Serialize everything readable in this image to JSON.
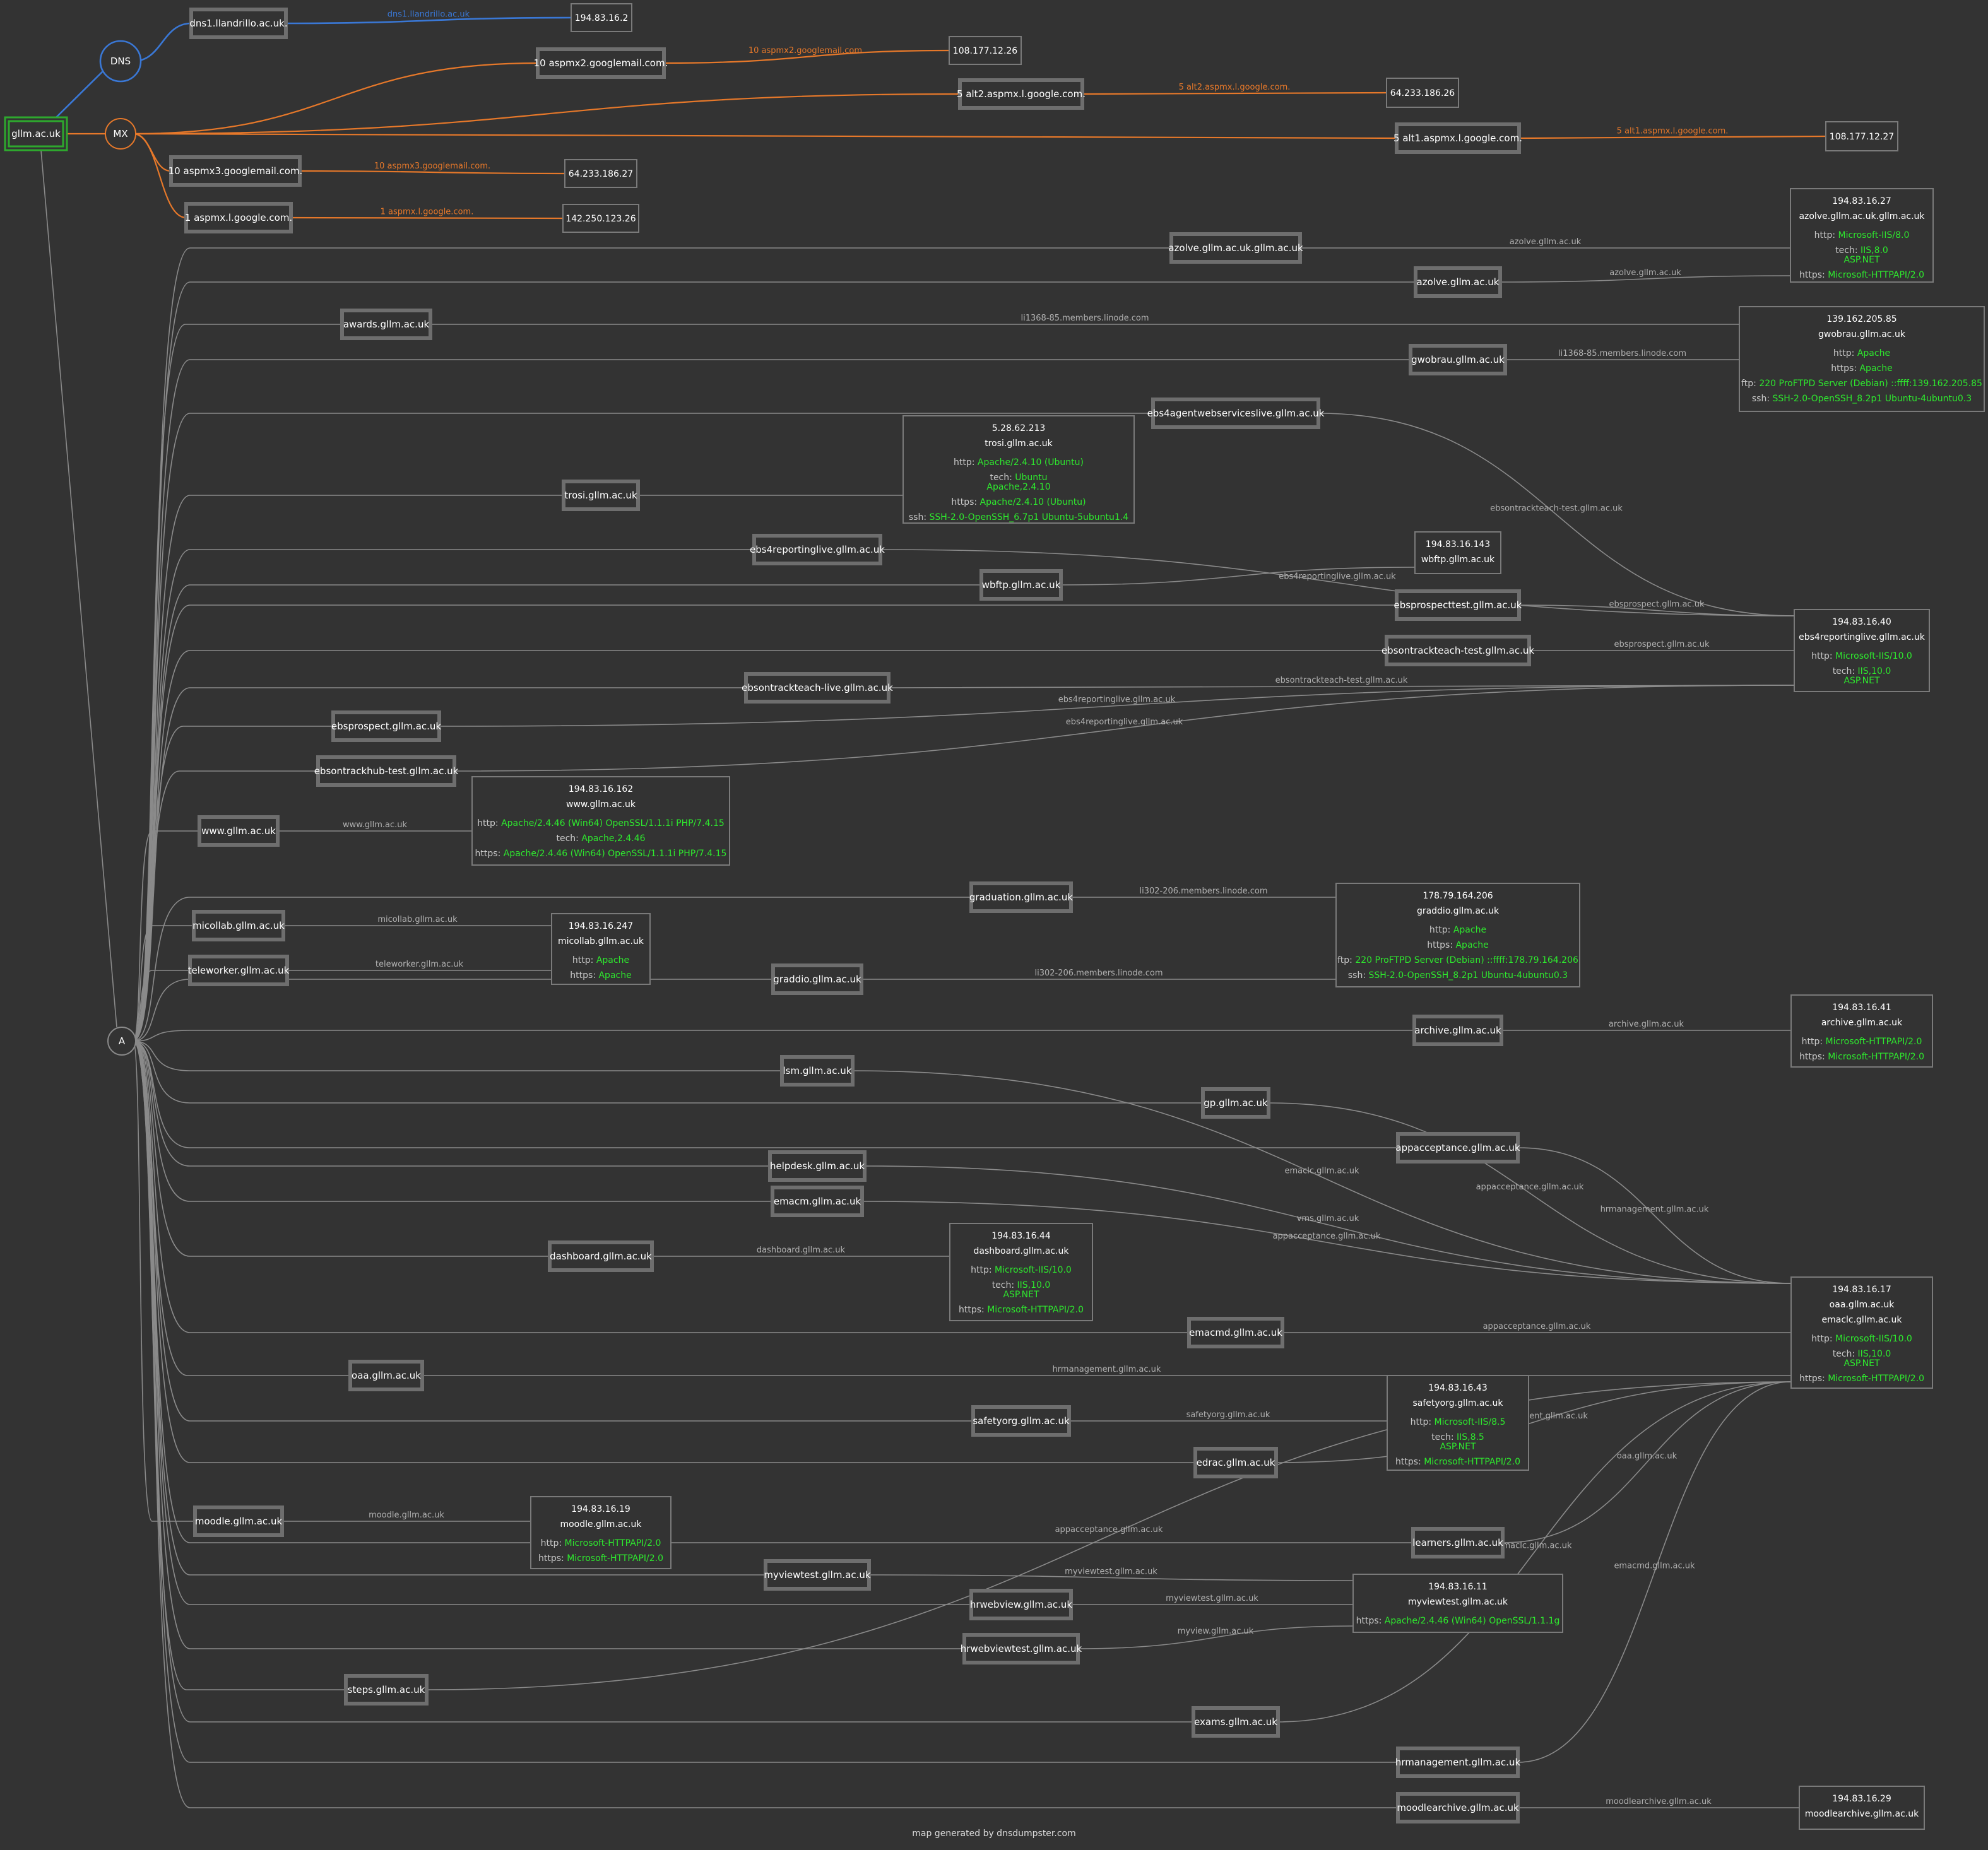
{
  "title": "gllm.ac.uk",
  "footer": "map generated by dnsdumpster.com",
  "colors": {
    "background": "#333333",
    "a_edge": "#8a8a8a",
    "mx_edge": "#e6782a",
    "dns_edge": "#3a78d6",
    "root_border": "#2ea82e",
    "service_value": "#2ee82e"
  },
  "root": {
    "label": "gllm.ac.uk"
  },
  "hubs": {
    "dns": "DNS",
    "mx": "MX",
    "a": "A"
  },
  "dns_records": [
    {
      "id": "dns1",
      "host": "dns1.llandrillo.ac.uk.",
      "ip": "194.83.16.2",
      "edge_label": "dns1.llandrillo.ac.uk"
    }
  ],
  "mx_records": [
    {
      "id": "mx1",
      "host": "10 aspmx2.googlemail.com.",
      "ip": "108.177.12.26",
      "edge_label": "10 aspmx2.googlemail.com."
    },
    {
      "id": "mx2",
      "host": "5 alt2.aspmx.l.google.com.",
      "ip": "64.233.186.26",
      "edge_label": "5 alt2.aspmx.l.google.com."
    },
    {
      "id": "mx3",
      "host": "5 alt1.aspmx.l.google.com.",
      "ip": "108.177.12.27",
      "edge_label": "5 alt1.aspmx.l.google.com."
    },
    {
      "id": "mx4",
      "host": "10 aspmx3.googlemail.com.",
      "ip": "64.233.186.27",
      "edge_label": "10 aspmx3.googlemail.com."
    },
    {
      "id": "mx5",
      "host": "1 aspmx.l.google.com.",
      "ip": "142.250.123.26",
      "edge_label": "1 aspmx.l.google.com."
    }
  ],
  "ip_boxes": [
    {
      "id": "ip_azolve",
      "ip": "194.83.16.27",
      "names": [
        "azolve.gllm.ac.uk.gllm.ac.uk"
      ],
      "services": [
        {
          "key": "http:",
          "values": [
            "Microsoft-IIS/8.0"
          ]
        },
        {
          "key": "tech:",
          "values": [
            "IIS,8.0",
            "ASP.NET"
          ]
        },
        {
          "key": "https:",
          "values": [
            "Microsoft-HTTPAPI/2.0"
          ]
        }
      ]
    },
    {
      "id": "ip_gwobrau",
      "ip": "139.162.205.85",
      "names": [
        "gwobrau.gllm.ac.uk"
      ],
      "services": [
        {
          "key": "http:",
          "values": [
            "Apache"
          ]
        },
        {
          "key": "https:",
          "values": [
            "Apache"
          ]
        },
        {
          "key": "ftp:",
          "values": [
            "220 ProFTPD Server (Debian) ::ffff:139.162.205.85"
          ]
        },
        {
          "key": "ssh:",
          "values": [
            "SSH-2.0-OpenSSH_8.2p1 Ubuntu-4ubuntu0.3"
          ]
        }
      ]
    },
    {
      "id": "ip_trosi",
      "ip": "5.28.62.213",
      "names": [
        "trosi.gllm.ac.uk"
      ],
      "services": [
        {
          "key": "http:",
          "values": [
            "Apache/2.4.10 (Ubuntu)"
          ]
        },
        {
          "key": "tech:",
          "values": [
            "Ubuntu",
            "Apache,2.4.10"
          ]
        },
        {
          "key": "https:",
          "values": [
            "Apache/2.4.10 (Ubuntu)"
          ]
        },
        {
          "key": "ssh:",
          "values": [
            "SSH-2.0-OpenSSH_6.7p1 Ubuntu-5ubuntu1.4"
          ]
        }
      ]
    },
    {
      "id": "ip_wbftp",
      "ip": "194.83.16.143",
      "names": [
        "wbftp.gllm.ac.uk"
      ],
      "services": []
    },
    {
      "id": "ip_ebs4",
      "ip": "194.83.16.40",
      "names": [
        "ebs4reportinglive.gllm.ac.uk"
      ],
      "services": [
        {
          "key": "http:",
          "values": [
            "Microsoft-IIS/10.0"
          ]
        },
        {
          "key": "tech:",
          "values": [
            "IIS,10.0",
            "ASP.NET"
          ]
        }
      ]
    },
    {
      "id": "ip_www",
      "ip": "194.83.16.162",
      "names": [
        "www.gllm.ac.uk"
      ],
      "services": [
        {
          "key": "http:",
          "values": [
            "Apache/2.4.46 (Win64) OpenSSL/1.1.1i PHP/7.4.15"
          ]
        },
        {
          "key": "tech:",
          "values": [
            "Apache,2.4.46"
          ]
        },
        {
          "key": "https:",
          "values": [
            "Apache/2.4.46 (Win64) OpenSSL/1.1.1i PHP/7.4.15"
          ]
        }
      ]
    },
    {
      "id": "ip_graddio",
      "ip": "178.79.164.206",
      "names": [
        "graddio.gllm.ac.uk"
      ],
      "services": [
        {
          "key": "http:",
          "values": [
            "Apache"
          ]
        },
        {
          "key": "https:",
          "values": [
            "Apache"
          ]
        },
        {
          "key": "ftp:",
          "values": [
            "220 ProFTPD Server (Debian) ::ffff:178.79.164.206"
          ]
        },
        {
          "key": "ssh:",
          "values": [
            "SSH-2.0-OpenSSH_8.2p1 Ubuntu-4ubuntu0.3"
          ]
        }
      ]
    },
    {
      "id": "ip_micollab",
      "ip": "194.83.16.247",
      "names": [
        "micollab.gllm.ac.uk"
      ],
      "services": [
        {
          "key": "http:",
          "values": [
            "Apache"
          ]
        },
        {
          "key": "https:",
          "values": [
            "Apache"
          ]
        }
      ]
    },
    {
      "id": "ip_archive",
      "ip": "194.83.16.41",
      "names": [
        "archive.gllm.ac.uk"
      ],
      "services": [
        {
          "key": "http:",
          "values": [
            "Microsoft-HTTPAPI/2.0"
          ]
        },
        {
          "key": "https:",
          "values": [
            "Microsoft-HTTPAPI/2.0"
          ]
        }
      ]
    },
    {
      "id": "ip_dashboard",
      "ip": "194.83.16.44",
      "names": [
        "dashboard.gllm.ac.uk"
      ],
      "services": [
        {
          "key": "http:",
          "values": [
            "Microsoft-IIS/10.0"
          ]
        },
        {
          "key": "tech:",
          "values": [
            "IIS,10.0",
            "ASP.NET"
          ]
        },
        {
          "key": "https:",
          "values": [
            "Microsoft-HTTPAPI/2.0"
          ]
        }
      ]
    },
    {
      "id": "ip_oaa",
      "ip": "194.83.16.17",
      "names": [
        "oaa.gllm.ac.uk",
        "emaclc.gllm.ac.uk"
      ],
      "services": [
        {
          "key": "http:",
          "values": [
            "Microsoft-IIS/10.0"
          ]
        },
        {
          "key": "tech:",
          "values": [
            "IIS,10.0",
            "ASP.NET"
          ]
        },
        {
          "key": "https:",
          "values": [
            "Microsoft-HTTPAPI/2.0"
          ]
        }
      ]
    },
    {
      "id": "ip_safetyorg",
      "ip": "194.83.16.43",
      "names": [
        "safetyorg.gllm.ac.uk"
      ],
      "services": [
        {
          "key": "http:",
          "values": [
            "Microsoft-IIS/8.5"
          ]
        },
        {
          "key": "tech:",
          "values": [
            "IIS,8.5",
            "ASP.NET"
          ]
        },
        {
          "key": "https:",
          "values": [
            "Microsoft-HTTPAPI/2.0"
          ]
        }
      ]
    },
    {
      "id": "ip_moodle",
      "ip": "194.83.16.19",
      "names": [
        "moodle.gllm.ac.uk"
      ],
      "services": [
        {
          "key": "http:",
          "values": [
            "Microsoft-HTTPAPI/2.0"
          ]
        },
        {
          "key": "https:",
          "values": [
            "Microsoft-HTTPAPI/2.0"
          ]
        }
      ]
    },
    {
      "id": "ip_myviewtest",
      "ip": "194.83.16.11",
      "names": [
        "myviewtest.gllm.ac.uk"
      ],
      "services": [
        {
          "key": "https:",
          "values": [
            "Apache/2.4.46 (Win64) OpenSSL/1.1.1g"
          ]
        }
      ]
    },
    {
      "id": "ip_moodlearchive",
      "ip": "194.83.16.29",
      "names": [
        "moodlearchive.gllm.ac.uk"
      ],
      "services": []
    }
  ],
  "a_records": [
    {
      "id": "azolve_ac",
      "host": "azolve.gllm.ac.uk.gllm.ac.uk",
      "target": "ip_azolve",
      "edge_label": "azolve.gllm.ac.uk"
    },
    {
      "id": "azolve",
      "host": "azolve.gllm.ac.uk",
      "target": "ip_azolve",
      "edge_label": "azolve.gllm.ac.uk"
    },
    {
      "id": "awards",
      "host": "awards.gllm.ac.uk",
      "target": "ip_gwobrau",
      "edge_label": "li1368-85.members.linode.com"
    },
    {
      "id": "gwobrau",
      "host": "gwobrau.gllm.ac.uk",
      "target": "ip_gwobrau",
      "edge_label": "li1368-85.members.linode.com"
    },
    {
      "id": "ebs4agent",
      "host": "ebs4agentwebserviceslive.gllm.ac.uk",
      "target": "ip_ebs4",
      "edge_label": "ebsontrackteach-test.gllm.ac.uk"
    },
    {
      "id": "trosi",
      "host": "trosi.gllm.ac.uk",
      "target": "ip_trosi",
      "edge_label": ""
    },
    {
      "id": "ebs4rep",
      "host": "ebs4reportinglive.gllm.ac.uk",
      "target": "ip_ebs4",
      "edge_label": "ebs4reportinglive.gllm.ac.uk"
    },
    {
      "id": "wbftp",
      "host": "wbftp.gllm.ac.uk",
      "target": "ip_wbftp",
      "edge_label": ""
    },
    {
      "id": "ebsprospecttest",
      "host": "ebsprospecttest.gllm.ac.uk",
      "target": "ip_ebs4",
      "edge_label": "ebsprospect.gllm.ac.uk"
    },
    {
      "id": "ebsontrackteachtest",
      "host": "ebsontrackteach-test.gllm.ac.uk",
      "target": "ip_ebs4",
      "edge_label": "ebsprospect.gllm.ac.uk"
    },
    {
      "id": "ebsontrackteachlive",
      "host": "ebsontrackteach-live.gllm.ac.uk",
      "target": "ip_ebs4",
      "edge_label": "ebsontrackteach-test.gllm.ac.uk"
    },
    {
      "id": "ebsprospect",
      "host": "ebsprospect.gllm.ac.uk",
      "target": "ip_ebs4",
      "edge_label": "ebs4reportinglive.gllm.ac.uk"
    },
    {
      "id": "ebsontrackhub",
      "host": "ebsontrackhub-test.gllm.ac.uk",
      "target": "ip_ebs4",
      "edge_label": "ebs4reportinglive.gllm.ac.uk"
    },
    {
      "id": "www",
      "host": "www.gllm.ac.uk",
      "target": "ip_www",
      "edge_label": "www.gllm.ac.uk"
    },
    {
      "id": "graduation",
      "host": "graduation.gllm.ac.uk",
      "target": "ip_graddio",
      "edge_label": "li302-206.members.linode.com"
    },
    {
      "id": "micollab",
      "host": "micollab.gllm.ac.uk",
      "target": "ip_micollab",
      "edge_label": "micollab.gllm.ac.uk"
    },
    {
      "id": "teleworker",
      "host": "teleworker.gllm.ac.uk",
      "target": "ip_micollab",
      "edge_label": "teleworker.gllm.ac.uk"
    },
    {
      "id": "graddio",
      "host": "graddio.gllm.ac.uk",
      "target": "ip_graddio",
      "edge_label": "li302-206.members.linode.com"
    },
    {
      "id": "archive",
      "host": "archive.gllm.ac.uk",
      "target": "ip_archive",
      "edge_label": "archive.gllm.ac.uk"
    },
    {
      "id": "lsm",
      "host": "lsm.gllm.ac.uk",
      "target": "ip_oaa",
      "edge_label": "emaclc.gllm.ac.uk"
    },
    {
      "id": "gp",
      "host": "gp.gllm.ac.uk",
      "target": "ip_oaa",
      "edge_label": "appacceptance.gllm.ac.uk"
    },
    {
      "id": "appacceptance",
      "host": "appacceptance.gllm.ac.uk",
      "target": "ip_oaa",
      "edge_label": "hrmanagement.gllm.ac.uk"
    },
    {
      "id": "helpdesk",
      "host": "helpdesk.gllm.ac.uk",
      "target": "ip_oaa",
      "edge_label": "vms.gllm.ac.uk"
    },
    {
      "id": "emacm",
      "host": "emacm.gllm.ac.uk",
      "target": "ip_oaa",
      "edge_label": "appacceptance.gllm.ac.uk"
    },
    {
      "id": "dashboard",
      "host": "dashboard.gllm.ac.uk",
      "target": "ip_dashboard",
      "edge_label": "dashboard.gllm.ac.uk"
    },
    {
      "id": "emacmd",
      "host": "emacmd.gllm.ac.uk",
      "target": "ip_oaa",
      "edge_label": "appacceptance.gllm.ac.uk"
    },
    {
      "id": "oaa",
      "host": "oaa.gllm.ac.uk",
      "target": "ip_oaa",
      "edge_label": "hrmanagement.gllm.ac.uk"
    },
    {
      "id": "safetyorg",
      "host": "safetyorg.gllm.ac.uk",
      "target": "ip_safetyorg",
      "edge_label": "safetyorg.gllm.ac.uk"
    },
    {
      "id": "edrac",
      "host": "edrac.gllm.ac.uk",
      "target": "ip_oaa",
      "edge_label": "hrmanagement.gllm.ac.uk"
    },
    {
      "id": "learners",
      "host": "learners.gllm.ac.uk",
      "target": "ip_oaa",
      "edge_label": "oaa.gllm.ac.uk"
    },
    {
      "id": "moodle",
      "host": "moodle.gllm.ac.uk",
      "target": "ip_moodle",
      "edge_label": "moodle.gllm.ac.uk"
    },
    {
      "id": "myviewtest",
      "host": "myviewtest.gllm.ac.uk",
      "target": "ip_myviewtest",
      "edge_label": "myviewtest.gllm.ac.uk"
    },
    {
      "id": "hrwebview",
      "host": "hrwebview.gllm.ac.uk",
      "target": "ip_myviewtest",
      "edge_label": "myviewtest.gllm.ac.uk"
    },
    {
      "id": "hrwebviewtest",
      "host": "hrwebviewtest.gllm.ac.uk",
      "target": "ip_myviewtest",
      "edge_label": "myview.gllm.ac.uk"
    },
    {
      "id": "steps",
      "host": "steps.gllm.ac.uk",
      "target": "ip_oaa",
      "edge_label": "appacceptance.gllm.ac.uk"
    },
    {
      "id": "exams",
      "host": "exams.gllm.ac.uk",
      "target": "ip_oaa",
      "edge_label": "emaclc.gllm.ac.uk"
    },
    {
      "id": "hrmanagement",
      "host": "hrmanagement.gllm.ac.uk",
      "target": "ip_oaa",
      "edge_label": "emacmd.gllm.ac.uk"
    },
    {
      "id": "moodlearchive",
      "host": "moodlearchive.gllm.ac.uk",
      "target": "ip_moodlearchive",
      "edge_label": "moodlearchive.gllm.ac.uk"
    }
  ]
}
